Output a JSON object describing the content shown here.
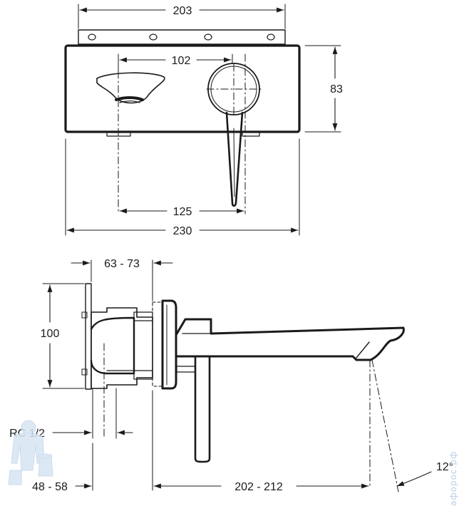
{
  "diagram": {
    "dimensions": {
      "top_width": "203",
      "spacing_outlets": "102",
      "height": "83",
      "spacing_bottom": "125",
      "total_width": "230",
      "wall_depth": "63 - 73",
      "side_height": "100",
      "thread": "RC 1/2",
      "body_range": "48 - 58",
      "spout_reach": "202 - 212",
      "spout_angle": "12°"
    },
    "watermark": "афорос.рф"
  },
  "colors": {
    "line": "#1a1a1a",
    "watermark": "#b9cfe6"
  }
}
